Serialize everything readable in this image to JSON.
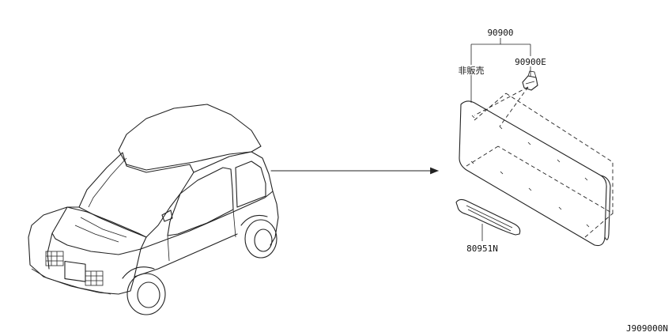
{
  "parts": {
    "main_part": "90900",
    "clip_part": "90900E",
    "not_sold": "非販売",
    "handle_part": "80951N"
  },
  "diagram_id": "J909000N",
  "colors": {
    "line": "#222222",
    "background": "#ffffff"
  }
}
